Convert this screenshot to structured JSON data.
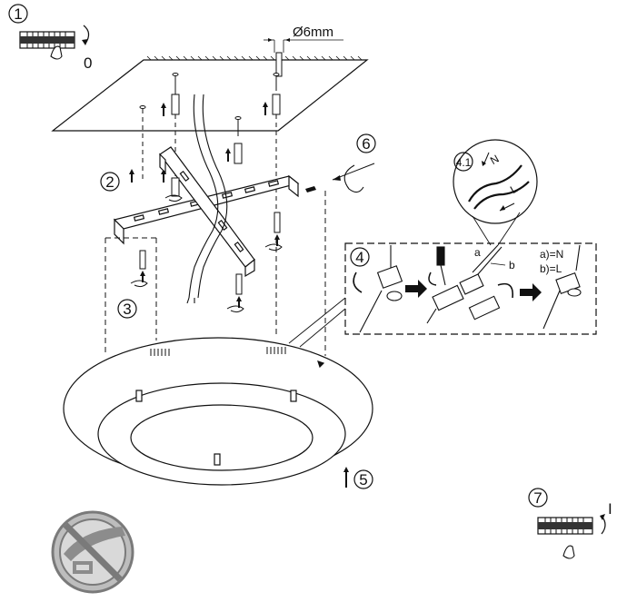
{
  "steps": {
    "s1": "1",
    "s2": "2",
    "s3": "3",
    "s4": "4",
    "s41": "4.1",
    "s5": "5",
    "s6": "6",
    "s7": "7"
  },
  "labels": {
    "drill_diameter": "Ø6mm",
    "switch_off": "0",
    "switch_on": "I",
    "wire_a": "a",
    "wire_b": "b",
    "legend_a": "a)=N",
    "legend_b": "b)=L",
    "neutral": "N",
    "live": "L"
  }
}
